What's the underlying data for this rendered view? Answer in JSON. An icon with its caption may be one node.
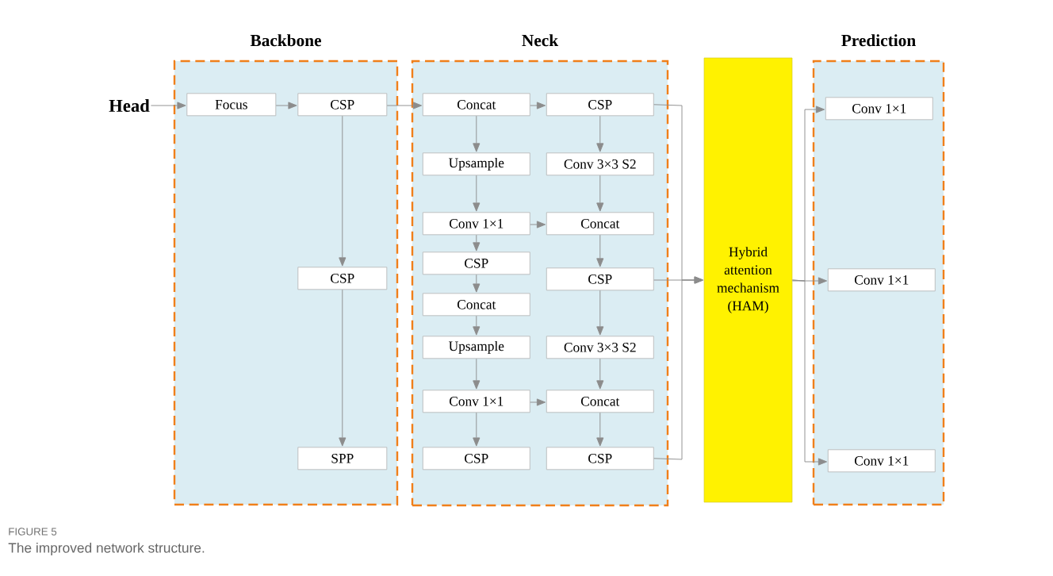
{
  "diagram": {
    "caption": "The improved network structure.",
    "nodes": [
      {
        "text": [
          "Head"
        ]
      },
      {
        "text": [
          "Backbone"
        ]
      },
      {
        "text": [
          "Focus"
        ],
        "in": 1
      },
      {
        "text": [
          "CSP"
        ],
        "in": 1
      },
      {
        "text": [
          "CSP"
        ],
        "in": 1
      },
      {
        "text": [
          "SPP"
        ],
        "in": 1
      },
      {
        "text": [
          "Neck"
        ]
      },
      {
        "text": [
          "Concat"
        ],
        "in": 6
      },
      {
        "text": [
          "Upsample"
        ],
        "in": 6
      },
      {
        "text": [
          "Conv 1×1"
        ],
        "in": 6
      },
      {
        "text": [
          "CSP"
        ],
        "in": 6
      },
      {
        "text": [
          "Concat"
        ],
        "in": 6
      },
      {
        "text": [
          "Upsample"
        ],
        "in": 6
      },
      {
        "text": [
          "Conv 1×1"
        ],
        "in": 6
      },
      {
        "text": [
          "CSP"
        ],
        "in": 6
      },
      {
        "text": [
          "CSP"
        ],
        "in": 6
      },
      {
        "text": [
          "Conv 3×3 S2"
        ],
        "in": 6
      },
      {
        "text": [
          "Concat"
        ],
        "in": 6
      },
      {
        "text": [
          "CSP"
        ],
        "in": 6
      },
      {
        "text": [
          "Conv 3×3 S2"
        ],
        "in": 6
      },
      {
        "text": [
          "Concat"
        ],
        "in": 6
      },
      {
        "text": [
          "CSP"
        ],
        "in": 6
      },
      {
        "text": [
          "Hybrid attention mechanism (HAM)"
        ]
      },
      {
        "text": [
          "Prediction"
        ]
      },
      {
        "text": [
          "Conv 1×1"
        ],
        "in": 23
      },
      {
        "text": [
          "Conv 1×1"
        ],
        "in": 23
      },
      {
        "text": [
          "Conv 1×1"
        ],
        "in": 23
      }
    ],
    "edges": [
      {
        "from": 0,
        "to": 2,
        "arrow": "to"
      },
      {
        "from": 2,
        "to": 3,
        "arrow": "to"
      },
      {
        "from": 3,
        "to": 7,
        "arrow": "to"
      },
      {
        "from": 3,
        "to": 4,
        "arrow": "to"
      },
      {
        "from": 4,
        "to": 5,
        "arrow": "to"
      },
      {
        "from": 7,
        "to": 15,
        "arrow": "to"
      },
      {
        "from": 7,
        "to": 8,
        "arrow": "to"
      },
      {
        "from": 8,
        "to": 9,
        "arrow": "to"
      },
      {
        "from": 9,
        "to": 17,
        "arrow": "to"
      },
      {
        "from": 9,
        "to": 10,
        "arrow": "to"
      },
      {
        "from": 10,
        "to": 11,
        "arrow": "to"
      },
      {
        "from": 11,
        "to": 12,
        "arrow": "to"
      },
      {
        "from": 12,
        "to": 13,
        "arrow": "to"
      },
      {
        "from": 13,
        "to": 20,
        "arrow": "to"
      },
      {
        "from": 13,
        "to": 14,
        "arrow": "to"
      },
      {
        "from": 15,
        "to": 16,
        "arrow": "to"
      },
      {
        "from": 16,
        "to": 17,
        "arrow": "to"
      },
      {
        "from": 17,
        "to": 18,
        "arrow": "to"
      },
      {
        "from": 18,
        "to": 19,
        "arrow": "to"
      },
      {
        "from": 19,
        "to": 20,
        "arrow": "to"
      },
      {
        "from": 20,
        "to": 21,
        "arrow": "to"
      },
      {
        "from": 15,
        "to": 22,
        "arrow": "to"
      },
      {
        "from": 18,
        "to": 22,
        "arrow": "to"
      },
      {
        "from": 21,
        "to": 22,
        "arrow": "to"
      },
      {
        "from": 22,
        "to": 24,
        "arrow": "to"
      },
      {
        "from": 22,
        "to": 25,
        "arrow": "to"
      },
      {
        "from": 22,
        "to": 26,
        "arrow": "to"
      }
    ],
    "labels": [
      "FIGURE 5"
    ]
  }
}
